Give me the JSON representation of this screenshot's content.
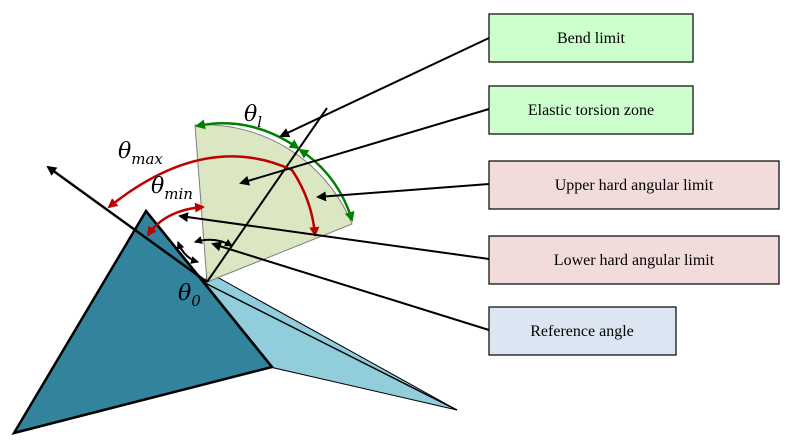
{
  "labels": {
    "bend_limit": "Bend limit",
    "elastic_torsion_zone": "Elastic torsion zone",
    "upper_hard_angular_limit": "Upper hard angular limit",
    "lower_hard_angular_limit": "Lower hard angular limit",
    "reference_angle": "Reference angle"
  },
  "symbols": {
    "theta_l": {
      "base": "θ",
      "sub": "l"
    },
    "theta_max": {
      "base": "θ",
      "sub": "max"
    },
    "theta_min": {
      "base": "θ",
      "sub": "min"
    },
    "theta_0": {
      "base": "θ",
      "sub": "0"
    }
  },
  "colors": {
    "green_box": "#ccffcc",
    "red_box": "#f2dcdb",
    "blue_box": "#dce6f2",
    "dark_triangle": "#31849b",
    "light_triangle": "#92cddc",
    "zone_fill": "#d7e4bd",
    "green_arrow": "#008000",
    "red_arrow": "#c00000"
  }
}
